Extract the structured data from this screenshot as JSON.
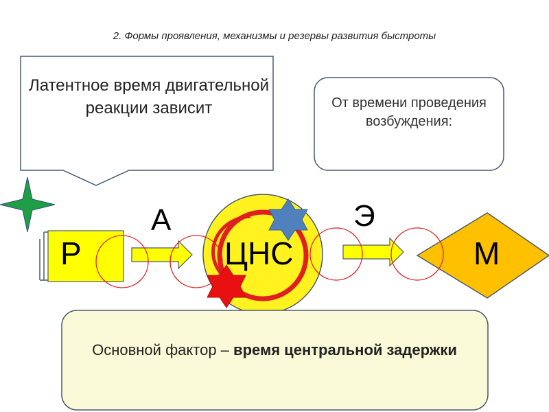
{
  "title": "2. Формы проявления, механизмы и резервы развития быстроты",
  "callout": {
    "text": "Латентное время двигательной реакции зависит"
  },
  "right_box": {
    "text": "От времени проведения возбуждения:"
  },
  "nodes": {
    "receptor": "Р",
    "cns": "ЦНС",
    "muscle": "М"
  },
  "arrows": {
    "afferent": "А",
    "efferent": "Э"
  },
  "bottom_box": {
    "text_plain": "Основной фактор – ",
    "text_bold": "время центральной задержки"
  },
  "colors": {
    "yellow": "#FFFF00",
    "cns_fill": "#FFF21F",
    "muscle": "#FFC000",
    "red": "#E02020",
    "green_star": "#1E9E45",
    "blue_star": "#4F81BD",
    "bottom_bg": "#FAFAD8"
  },
  "icons": [
    "green-star-icon",
    "red-star-icon",
    "blue-star-icon",
    "arrow-right-icon"
  ]
}
